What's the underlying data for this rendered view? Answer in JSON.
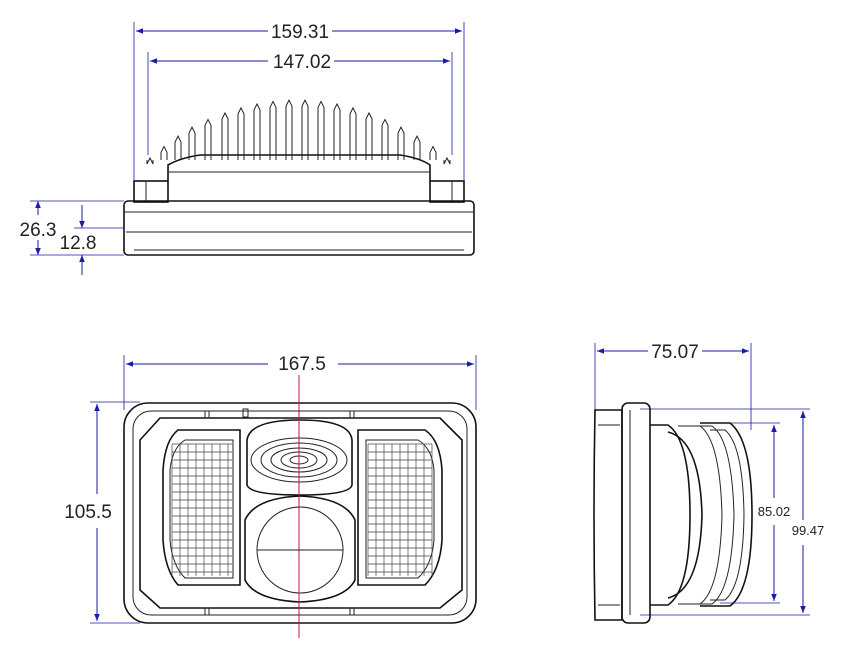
{
  "top_view": {
    "width_outer": "159.31",
    "width_inner": "147.02",
    "height_total": "26.3",
    "height_lens": "12.8"
  },
  "front_view": {
    "width": "167.5",
    "height": "105.5"
  },
  "side_view": {
    "depth": "75.07",
    "height_inner": "85.02",
    "height_outer": "99.47"
  },
  "colors": {
    "dimension_line": "#1a1aa6",
    "part_outline": "#111111",
    "center_axis": "#c0144b"
  }
}
